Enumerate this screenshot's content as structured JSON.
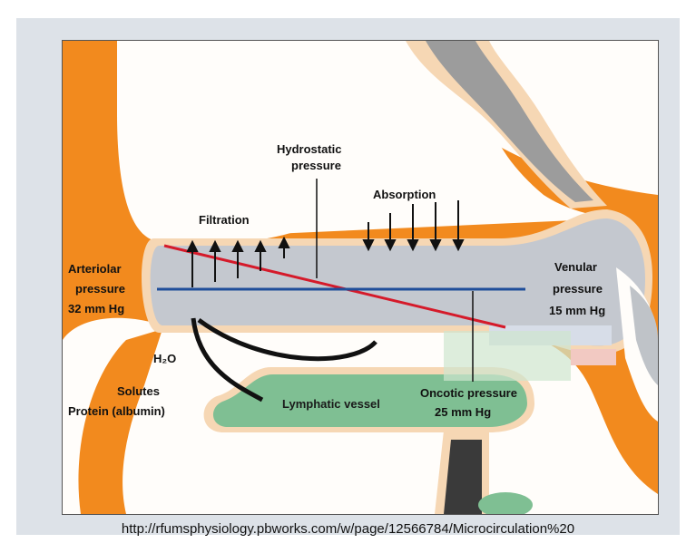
{
  "labels": {
    "hydrostatic": [
      "Hydrostatic",
      "pressure"
    ],
    "absorption": "Absorption",
    "filtration": "Filtration",
    "arteriolar": [
      "Arteriolar",
      "pressure",
      "32 mm Hg"
    ],
    "venular": [
      "Venular",
      "pressure",
      "15 mm Hg"
    ],
    "h2o": "H₂O",
    "solutes": "Solutes",
    "protein": "Protein (albumin)",
    "lymphatic": "Lymphatic vessel",
    "oncotic": [
      "Oncotic pressure",
      "25 mm Hg"
    ]
  },
  "source_url": "http://rfumsphysiology.pbworks.com/w/page/12566784/Microcirculation%20",
  "colors": {
    "tissue": "#f28a1e",
    "capillary": "#c4c8cf",
    "wall": "#f6d7b4",
    "lymph": "#7fbf93",
    "hydrostatic_line": "#d51a2a",
    "oncotic_line": "#1f4e9a"
  }
}
